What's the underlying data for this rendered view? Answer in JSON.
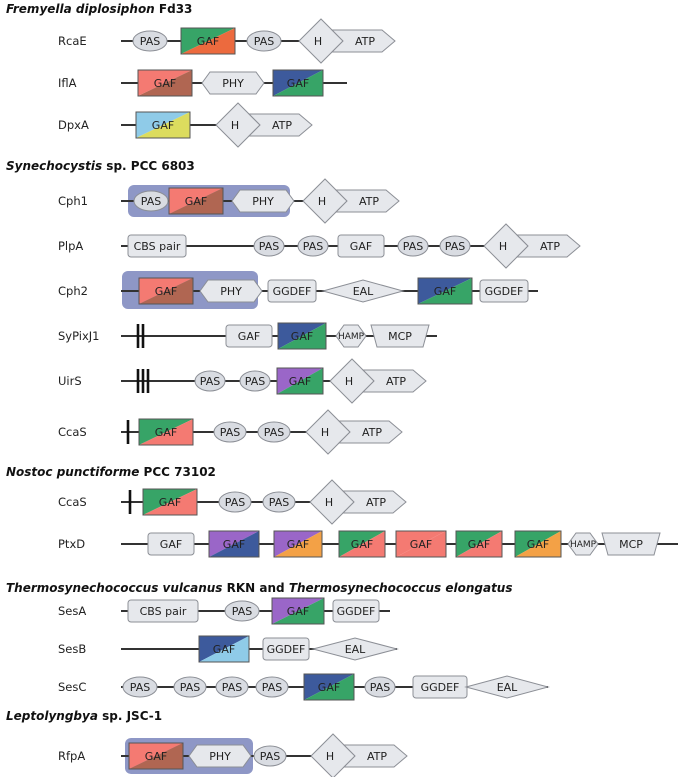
{
  "colors": {
    "line": "#333333",
    "domain_fill": "#e6e8ec",
    "domain_stroke": "#8c8f96",
    "ellipse_fill": "#d9dce2",
    "group_box": "#8e97c6",
    "red": "#f47a72",
    "brown": "#b06652",
    "green": "#37a467",
    "orange_red": "#ec6a3e",
    "navy": "#3d5a9c",
    "light_blue": "#8fcbe8",
    "yellow": "#dcdc5e",
    "purple": "#9a66c8",
    "orange": "#f3a146"
  },
  "species_headers": [
    {
      "id": "fremyella",
      "parts": [
        {
          "text": "Fremyella diplosiphon",
          "italic": true
        },
        {
          "text": " Fd33",
          "italic": false
        }
      ]
    },
    {
      "id": "synechocystis",
      "parts": [
        {
          "text": "Synechocystis",
          "italic": true
        },
        {
          "text": " sp. PCC 6803",
          "italic": false
        }
      ]
    },
    {
      "id": "nostoc",
      "parts": [
        {
          "text": "Nostoc punctiforme",
          "italic": true
        },
        {
          "text": " PCC 73102",
          "italic": false
        }
      ]
    },
    {
      "id": "thermo",
      "parts": [
        {
          "text": "Thermosynechococcus vulcanus",
          "italic": true
        },
        {
          "text": " RKN and ",
          "italic": false
        },
        {
          "text": "Thermosynechococcus elongatus",
          "italic": true
        }
      ]
    },
    {
      "id": "leptolyngbya",
      "parts": [
        {
          "text": "Leptolyngbya",
          "italic": true
        },
        {
          "text": " sp. JSC-1",
          "italic": false
        }
      ]
    }
  ],
  "proteins": [
    {
      "name": "RcaE",
      "domains": [
        {
          "shape": "ellipse",
          "label": "PAS"
        },
        {
          "shape": "split",
          "label": "GAF",
          "colors": [
            "green",
            "orange_red"
          ]
        },
        {
          "shape": "ellipse",
          "label": "PAS"
        },
        {
          "shape": "hk",
          "h_label": "H",
          "atp_label": "ATP"
        }
      ]
    },
    {
      "name": "IflA",
      "domains": [
        {
          "shape": "split",
          "label": "GAF",
          "colors": [
            "red",
            "brown"
          ]
        },
        {
          "shape": "hexagon",
          "label": "PHY"
        },
        {
          "shape": "split",
          "label": "GAF",
          "colors": [
            "navy",
            "green"
          ]
        }
      ]
    },
    {
      "name": "DpxA",
      "domains": [
        {
          "shape": "split",
          "label": "GAF",
          "colors": [
            "light_blue",
            "yellow"
          ]
        },
        {
          "shape": "hk",
          "h_label": "H",
          "atp_label": "ATP"
        }
      ]
    },
    {
      "name": "Cph1",
      "domains": [
        {
          "shape": "ellipse",
          "label": "PAS"
        },
        {
          "shape": "split",
          "label": "GAF",
          "colors": [
            "red",
            "brown"
          ]
        },
        {
          "shape": "hexagon",
          "label": "PHY"
        },
        {
          "shape": "hk",
          "h_label": "H",
          "atp_label": "ATP"
        }
      ]
    },
    {
      "name": "PlpA",
      "domains": [
        {
          "shape": "rect",
          "label": "CBS pair"
        },
        {
          "shape": "ellipse",
          "label": "PAS"
        },
        {
          "shape": "ellipse",
          "label": "PAS"
        },
        {
          "shape": "rect",
          "label": "GAF"
        },
        {
          "shape": "ellipse",
          "label": "PAS"
        },
        {
          "shape": "ellipse",
          "label": "PAS"
        },
        {
          "shape": "hk",
          "h_label": "H",
          "atp_label": "ATP"
        }
      ]
    },
    {
      "name": "Cph2",
      "domains": [
        {
          "shape": "split",
          "label": "GAF",
          "colors": [
            "red",
            "brown"
          ]
        },
        {
          "shape": "hexagon",
          "label": "PHY"
        },
        {
          "shape": "rect",
          "label": "GGDEF"
        },
        {
          "shape": "eal",
          "label": "EAL"
        },
        {
          "shape": "split",
          "label": "GAF",
          "colors": [
            "navy",
            "green"
          ]
        },
        {
          "shape": "rect",
          "label": "GGDEF"
        }
      ]
    },
    {
      "name": "SyPixJ1",
      "transmembrane": 2,
      "domains": [
        {
          "shape": "rect",
          "label": "GAF"
        },
        {
          "shape": "split",
          "label": "GAF",
          "colors": [
            "navy",
            "green"
          ]
        },
        {
          "shape": "hexagon",
          "label": "HAMP"
        },
        {
          "shape": "mcp",
          "label": "MCP"
        }
      ]
    },
    {
      "name": "UirS",
      "transmembrane": 3,
      "domains": [
        {
          "shape": "ellipse",
          "label": "PAS"
        },
        {
          "shape": "ellipse",
          "label": "PAS"
        },
        {
          "shape": "split",
          "label": "GAF",
          "colors": [
            "purple",
            "green"
          ]
        },
        {
          "shape": "hk",
          "h_label": "H",
          "atp_label": "ATP"
        }
      ]
    },
    {
      "name": "CcaS",
      "transmembrane": 1,
      "domains": [
        {
          "shape": "split",
          "label": "GAF",
          "colors": [
            "green",
            "red"
          ]
        },
        {
          "shape": "ellipse",
          "label": "PAS"
        },
        {
          "shape": "ellipse",
          "label": "PAS"
        },
        {
          "shape": "hk",
          "h_label": "H",
          "atp_label": "ATP"
        }
      ]
    },
    {
      "name": "CcaS",
      "transmembrane": 1,
      "domains": [
        {
          "shape": "split",
          "label": "GAF",
          "colors": [
            "green",
            "red"
          ]
        },
        {
          "shape": "ellipse",
          "label": "PAS"
        },
        {
          "shape": "ellipse",
          "label": "PAS"
        },
        {
          "shape": "hk",
          "h_label": "H",
          "atp_label": "ATP"
        }
      ]
    },
    {
      "name": "PtxD",
      "domains": [
        {
          "shape": "rect",
          "label": "GAF"
        },
        {
          "shape": "split",
          "label": "GAF",
          "colors": [
            "purple",
            "navy"
          ]
        },
        {
          "shape": "split",
          "label": "GAF",
          "colors": [
            "purple",
            "orange"
          ]
        },
        {
          "shape": "split",
          "label": "GAF",
          "colors": [
            "green",
            "red"
          ]
        },
        {
          "shape": "split",
          "label": "GAF",
          "colors": [
            "red",
            "red"
          ]
        },
        {
          "shape": "split",
          "label": "GAF",
          "colors": [
            "green",
            "red"
          ]
        },
        {
          "shape": "split",
          "label": "GAF",
          "colors": [
            "green",
            "orange"
          ]
        },
        {
          "shape": "hexagon",
          "label": "HAMP"
        },
        {
          "shape": "mcp",
          "label": "MCP"
        }
      ]
    },
    {
      "name": "SesA",
      "domains": [
        {
          "shape": "rect",
          "label": "CBS pair"
        },
        {
          "shape": "ellipse",
          "label": "PAS"
        },
        {
          "shape": "split",
          "label": "GAF",
          "colors": [
            "purple",
            "green"
          ]
        },
        {
          "shape": "rect",
          "label": "GGDEF"
        }
      ]
    },
    {
      "name": "SesB",
      "domains": [
        {
          "shape": "split",
          "label": "GAF",
          "colors": [
            "navy",
            "light_blue"
          ]
        },
        {
          "shape": "rect",
          "label": "GGDEF"
        },
        {
          "shape": "eal",
          "label": "EAL"
        }
      ]
    },
    {
      "name": "SesC",
      "domains": [
        {
          "shape": "ellipse",
          "label": "PAS"
        },
        {
          "shape": "ellipse",
          "label": "PAS"
        },
        {
          "shape": "ellipse",
          "label": "PAS"
        },
        {
          "shape": "ellipse",
          "label": "PAS"
        },
        {
          "shape": "split",
          "label": "GAF",
          "colors": [
            "navy",
            "green"
          ]
        },
        {
          "shape": "ellipse",
          "label": "PAS"
        },
        {
          "shape": "rect",
          "label": "GGDEF"
        },
        {
          "shape": "eal",
          "label": "EAL"
        }
      ]
    },
    {
      "name": "RfpA",
      "domains": [
        {
          "shape": "split",
          "label": "GAF",
          "colors": [
            "red",
            "brown"
          ]
        },
        {
          "shape": "hexagon",
          "label": "PHY"
        },
        {
          "shape": "ellipse",
          "label": "PAS"
        },
        {
          "shape": "hk",
          "h_label": "H",
          "atp_label": "ATP"
        }
      ]
    }
  ]
}
